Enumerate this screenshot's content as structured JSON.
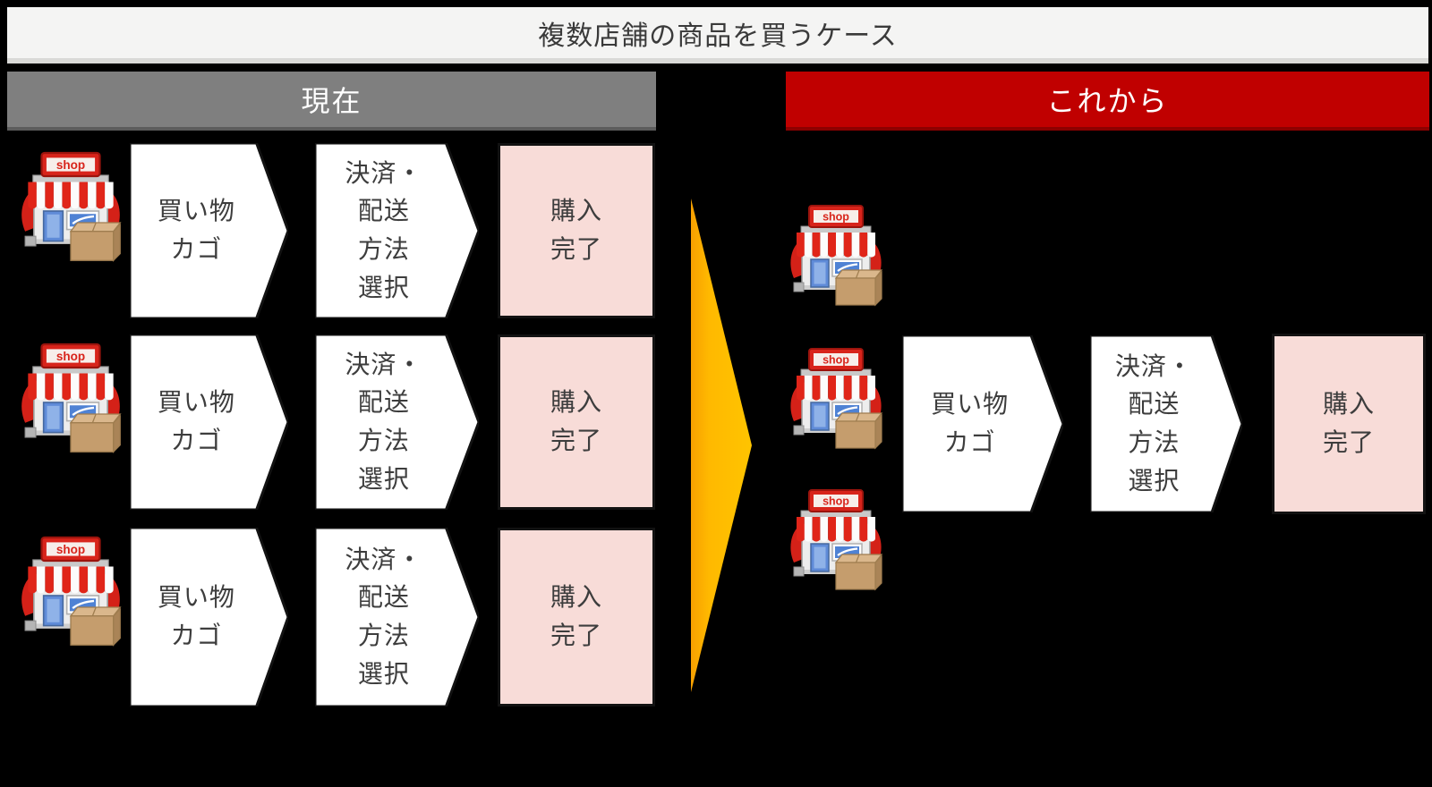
{
  "title": "複数店舗の商品を買うケース",
  "shop_sign_text": "shop",
  "colors": {
    "background": "#000000",
    "banner_fill": "#f4f4f3",
    "current_bar": "#7f7f7f",
    "future_bar": "#c00000",
    "complete_fill": "#f8dcd8",
    "arrow_gold": "#ffc000",
    "shape_border": "#121212"
  },
  "icons": {
    "shop": "storefront-shop-icon",
    "package": "package-box-icon",
    "arrow": "transition-arrow-icon"
  },
  "current": {
    "header": "現在",
    "rows": [
      {
        "cart": "買い物\nカゴ",
        "checkout": "決済・\n配送\n方法\n選択",
        "complete": "購入\n完了"
      },
      {
        "cart": "買い物\nカゴ",
        "checkout": "決済・\n配送\n方法\n選択",
        "complete": "購入\n完了"
      },
      {
        "cart": "買い物\nカゴ",
        "checkout": "決済・\n配送\n方法\n選択",
        "complete": "購入\n完了"
      }
    ]
  },
  "future": {
    "header": "これから",
    "flow": {
      "cart": "買い物\nカゴ",
      "checkout": "決済・\n配送\n方法\n選択",
      "complete": "購入\n完了"
    }
  }
}
